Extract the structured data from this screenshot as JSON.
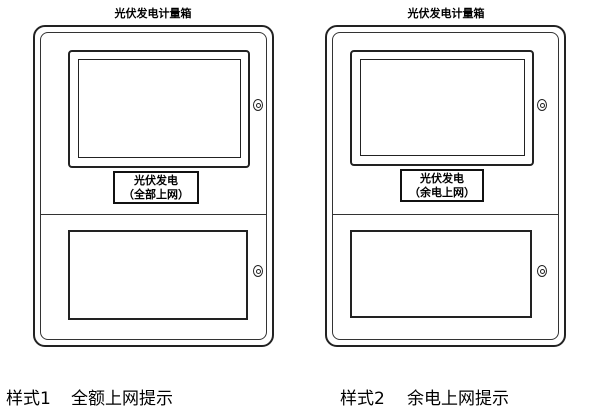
{
  "boxes": [
    {
      "title": "光伏发电计量箱",
      "label_line1": "光伏发电",
      "label_line2": "（全部上网）"
    },
    {
      "title": "光伏发电计量箱",
      "label_line1": "光伏发电",
      "label_line2": "（余电上网）"
    }
  ],
  "captions": [
    {
      "style": "样式1",
      "text": "全额上网提示"
    },
    {
      "style": "样式2",
      "text": "余电上网提示"
    }
  ]
}
